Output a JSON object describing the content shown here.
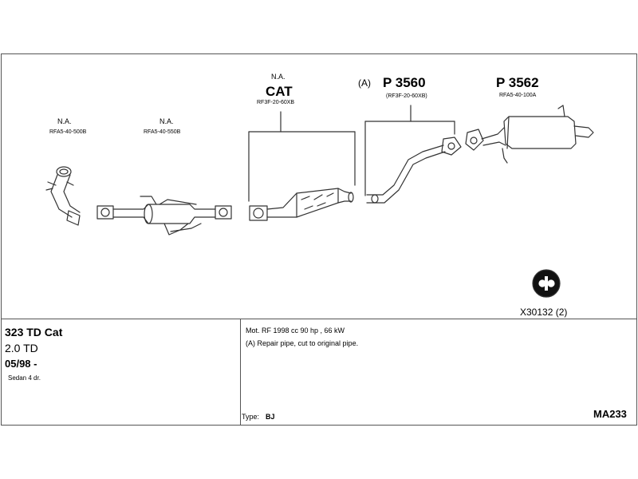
{
  "parts": {
    "front_pipe": {
      "status": "N.A.",
      "code": "RFA5-40-500B"
    },
    "middle_pipe": {
      "status": "N.A.",
      "code": "RFA5-40-550B"
    },
    "catalyst": {
      "status": "N.A.",
      "name": "CAT",
      "code": "RF3F-20-60XB"
    },
    "repair_pipe": {
      "prefix": "(A)",
      "number": "P 3560",
      "code": "(RF3F-20-60XB)"
    },
    "rear_silencer": {
      "number": "P 3562",
      "code": "RFA5-40-100A"
    },
    "rubber_mount": {
      "label": "X30132 (2)"
    }
  },
  "vehicle": {
    "model": "323 TD Cat",
    "engine_size": "2.0 TD",
    "date_from": "05/98 -",
    "body": "Sedan 4 dr."
  },
  "notes": {
    "line1": "Mot. RF 1998 cc 90 hp , 66 kW",
    "line2": "(A) Repair pipe, cut to original pipe.",
    "type_label": "Type:",
    "type_value": "BJ"
  },
  "sheet_code": "MA233"
}
